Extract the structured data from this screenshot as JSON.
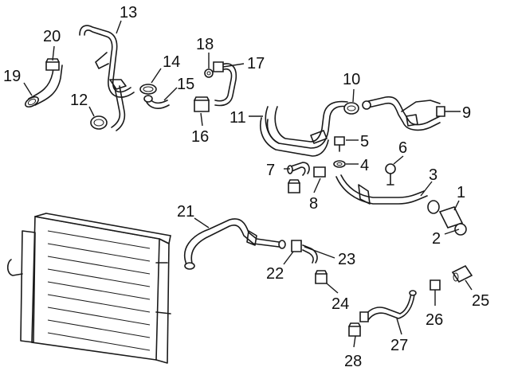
{
  "callouts": [
    {
      "number": "1"
    },
    {
      "number": "2"
    },
    {
      "number": "3"
    },
    {
      "number": "4"
    },
    {
      "number": "5"
    },
    {
      "number": "6"
    },
    {
      "number": "7"
    },
    {
      "number": "8"
    },
    {
      "number": "9"
    },
    {
      "number": "10"
    },
    {
      "number": "11"
    },
    {
      "number": "12"
    },
    {
      "number": "13"
    },
    {
      "number": "14"
    },
    {
      "number": "15"
    },
    {
      "number": "16"
    },
    {
      "number": "17"
    },
    {
      "number": "18"
    },
    {
      "number": "19"
    },
    {
      "number": "20"
    },
    {
      "number": "21"
    },
    {
      "number": "22"
    },
    {
      "number": "23"
    },
    {
      "number": "24"
    },
    {
      "number": "25"
    },
    {
      "number": "26"
    },
    {
      "number": "27"
    },
    {
      "number": "28"
    }
  ]
}
